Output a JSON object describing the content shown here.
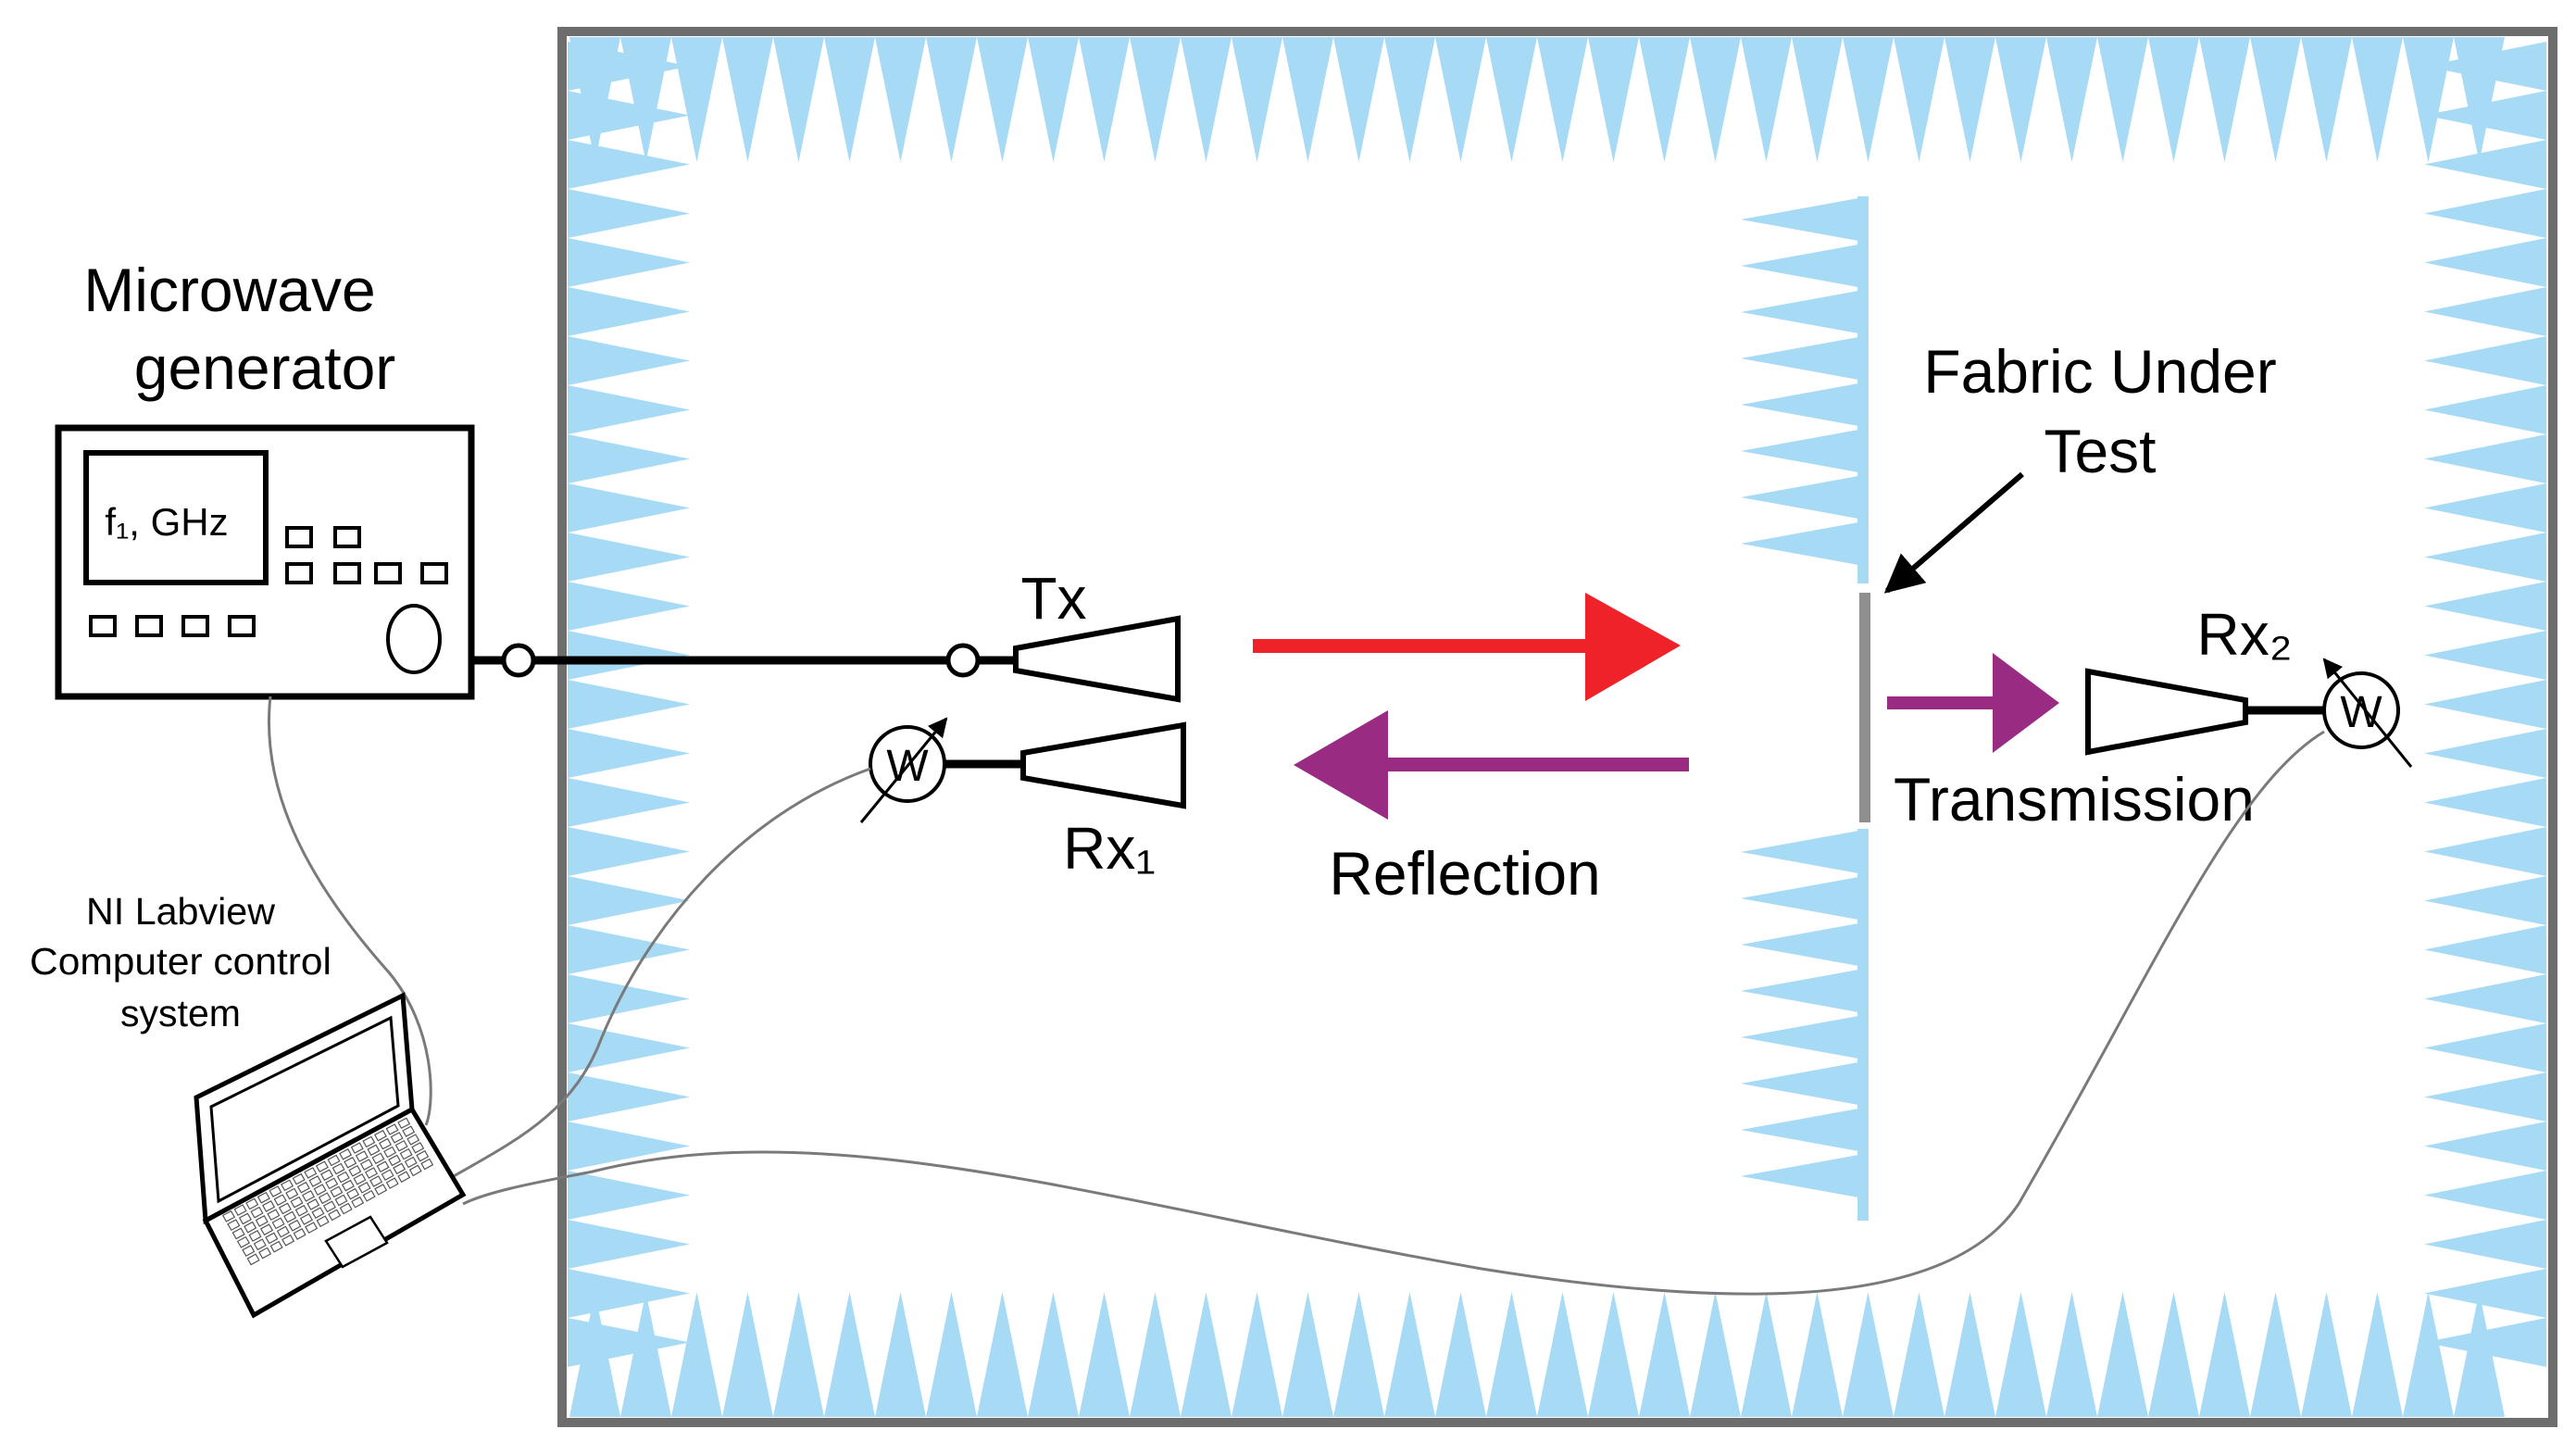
{
  "labels": {
    "generator_title_line1": "Microwave",
    "generator_title_line2": "generator",
    "generator_display": "f₁, GHz",
    "computer_line1": "NI Labview",
    "computer_line2": "Computer control",
    "computer_line3": "system",
    "tx": "Tx",
    "rx1": "Rx₁",
    "rx2": "Rx₂",
    "fabric_line1": "Fabric Under",
    "fabric_line2": "Test",
    "reflection": "Reflection",
    "transmission": "Transmission",
    "wattmeter_symbol": "W"
  },
  "colors": {
    "absorber": "#a6daf5",
    "chamber_frame": "#6d6d6d",
    "incident_arrow": "#ee2228",
    "reflected_arrow": "#992b82",
    "transmitted_arrow": "#992b82",
    "fabric": "#8f8f8f",
    "cable": "#7a7a7a"
  }
}
